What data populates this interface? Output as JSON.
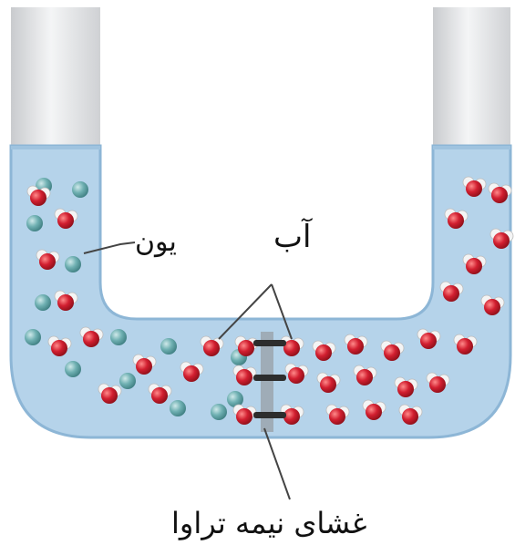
{
  "labels": {
    "ion": "یون",
    "water": "آب",
    "membrane": "غشای نیمه تراوا"
  },
  "colors": {
    "solution": "#b5d3ea",
    "solution_edge": "#8db6d6",
    "tube_glass": "#e6e7e9",
    "ion_particle": "#5b9ea0",
    "water_oxygen": "#cf1f2f",
    "membrane": "#2d2d2d"
  },
  "icons": {
    "ion": "teal-sphere",
    "water": "red-white-molecule"
  }
}
